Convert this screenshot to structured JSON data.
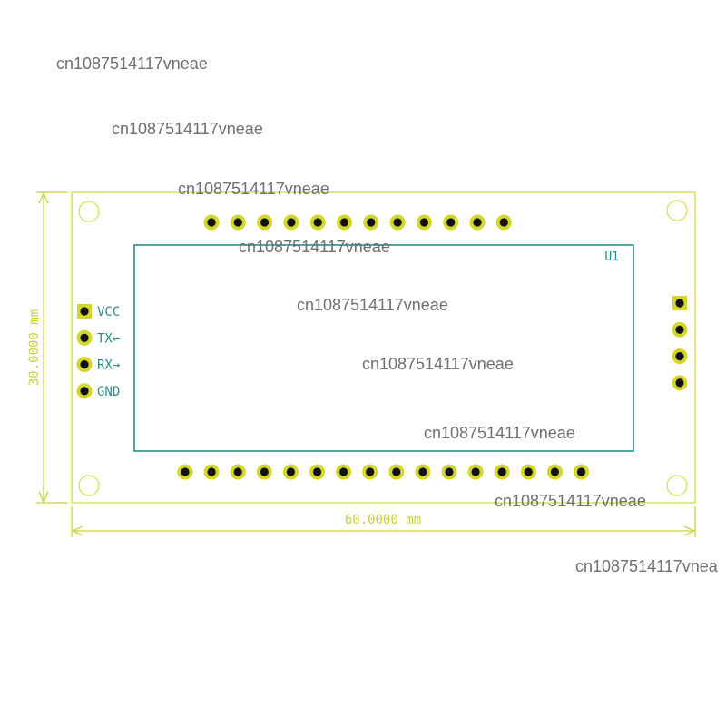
{
  "board": {
    "outline_color": "#d9df5e",
    "module_color": "#2c8a86",
    "pad_fill": "#d4d62a",
    "hole_fill": "#111111",
    "module_label": "U1",
    "top_header_pins": 12,
    "bottom_header_pins": 16,
    "right_header_pins": 4,
    "mounting_holes": 4
  },
  "left_header": {
    "pins": [
      {
        "label": "VCC",
        "square": true
      },
      {
        "label": "TX←",
        "square": false
      },
      {
        "label": "RX→",
        "square": false
      },
      {
        "label": "GND",
        "square": false
      }
    ]
  },
  "dimensions": {
    "width_label": "60.0000 mm",
    "height_label": "30.0000 mm",
    "color": "#c9cf3c"
  },
  "watermark": {
    "text": "cn1087514117vneae",
    "right_edge_text": "cn1087514117vnea",
    "color": "#6f6f6f"
  }
}
